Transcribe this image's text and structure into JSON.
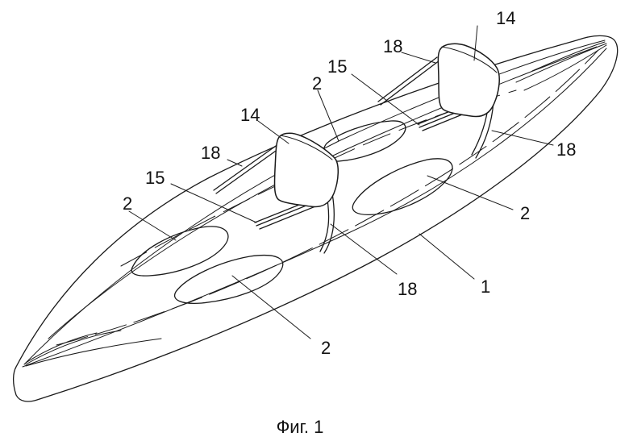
{
  "figure": {
    "caption": "Фиг. 1",
    "labels": {
      "hull": "1",
      "hatch_left": "2",
      "hatch_bottom": "2",
      "hatch_upper": "2",
      "hatch_right": "2",
      "seat_front": "14",
      "seat_rear": "14",
      "rail_front": "15",
      "rail_rear": "15",
      "strap_front_left": "18",
      "strap_front_right": "18",
      "strap_rear_left": "18",
      "strap_rear_right": "18"
    }
  }
}
